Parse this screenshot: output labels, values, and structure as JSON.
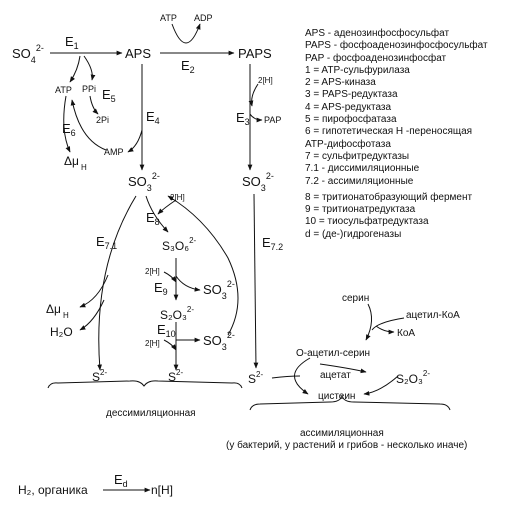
{
  "nodes": {
    "so4": "SO",
    "so4_sup": "2-",
    "so4_sub": "4",
    "aps": "APS",
    "paps": "PAPS",
    "atp_top": "ATP",
    "adp_top": "ADP",
    "atp_left": "ATP",
    "ppi": "PPi",
    "two_pi": "2Pi",
    "amp": "AMP",
    "dmu_left_mu": "Δμ",
    "dmu_left_sub": "H",
    "so3_a": "SO",
    "so3_a_sub": "3",
    "so3_a_sup": "2-",
    "so3_b": "SO",
    "so3_b_sub": "3",
    "so3_b_sup": "2-",
    "two_h_1": "2[H]",
    "two_h_2": "2[H]",
    "two_h_3": "2[H]",
    "two_h_4": "2[H]",
    "pap": "PAP",
    "s3o6": "S₃O₆",
    "s3o6_sup": "2-",
    "so3_c": "SO",
    "so3_c_sub": "3",
    "so3_c_sup": "2-",
    "s2o3_a": "S₂O₃",
    "s2o3_a_sup": "2-",
    "so3_d": "SO",
    "so3_d_sub": "3",
    "so3_d_sup": "2-",
    "dmu_mid_mu": "Δμ",
    "dmu_mid_sub": "H",
    "h2o": "H₂O",
    "s_a": "S",
    "s_a_sup": "2-",
    "s_b": "S",
    "s_b_sup": "2-",
    "s_c": "S",
    "s_c_sup": "2-",
    "serine": "серин",
    "acetyl_coa": "ацетил-КоА",
    "coa": "КоА",
    "o_acetyl_serine": "О-ацетил-серин",
    "acetate": "ацетат",
    "s2o3_b": "S₂O₃",
    "s2o3_b_sup": "2-",
    "cysteine": "цистеин",
    "h2_organic": "H₂, органика",
    "n_h": "n[H]"
  },
  "enzymes": {
    "e1": "E",
    "e1_sub": "1",
    "e2": "E",
    "e2_sub": "2",
    "e3": "E",
    "e3_sub": "3",
    "e4": "E",
    "e4_sub": "4",
    "e5": "E",
    "e5_sub": "5",
    "e6": "E",
    "e6_sub": "6",
    "e71": "E",
    "e71_sub": "7.1",
    "e72": "E",
    "e72_sub": "7.2",
    "e8": "E",
    "e8_sub": "8",
    "e9": "E",
    "e9_sub": "9",
    "e10": "E",
    "e10_sub": "10",
    "ed": "E",
    "ed_sub": "d"
  },
  "captions": {
    "dissimilatory": "дессимиляционная",
    "assimilatory": "ассимиляционная",
    "assimilatory_note": "(у бактерий, у растений и грибов - несколько иначе)"
  },
  "legend": [
    "APS - аденозинфосфосульфат",
    "PAPS - фосфоаденозинфосфосульфат",
    "PAP - фосфоаденозинфосфат",
    "1 = ATP-сульфурилаза",
    "2 = APS-киназа",
    "3 = PAPS-редуктаза",
    "4 = APS-редуктаза",
    "5 = пирофосфатаза",
    "6 = гипотетическая H -переносящая",
    "ATP-дифосфотаза",
    "7 = сульфитредуктазы",
    "7.1 - диссимиляционные",
    "7.2 - ассимиляционные",
    "8 = тритионатобразующий фермент",
    "9 = тритионатредуктаза",
    "10 = тиосульфатредуктаза",
    "d = (де-)гидрогеназы"
  ]
}
